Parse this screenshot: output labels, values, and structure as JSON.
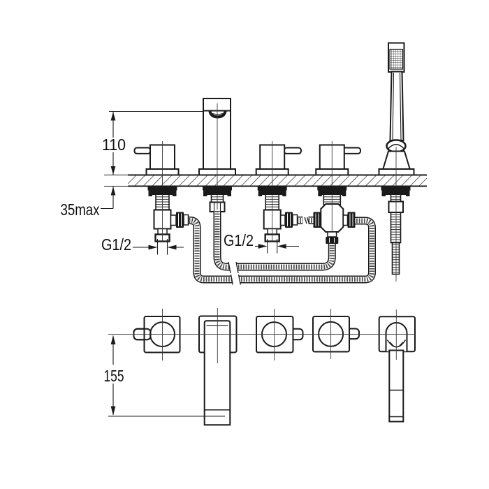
{
  "colors": {
    "background": "#ffffff",
    "line": "#1a1a1a"
  },
  "side_view": {
    "dim_height": "110",
    "dim_deck_thickness": "35max",
    "dim_thread_left": "G1/2",
    "dim_thread_right": "G1/2"
  },
  "plan_view": {
    "dim_length": "155"
  }
}
